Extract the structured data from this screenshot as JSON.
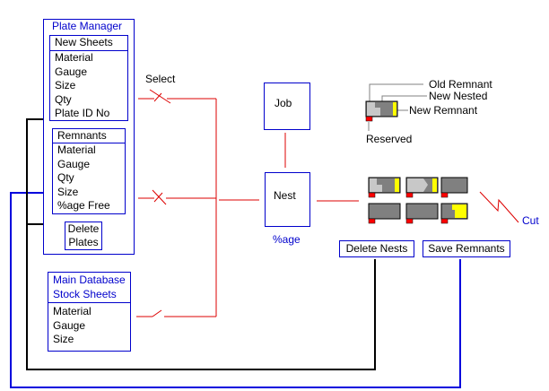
{
  "plate_manager": {
    "title": "Plate Manager",
    "new_sheets": {
      "header": "New Sheets",
      "fields": [
        "Material",
        "Gauge",
        "Size",
        "Qty",
        "Plate ID No"
      ]
    },
    "remnants": {
      "header": "Remnants",
      "fields": [
        "Material",
        "Gauge",
        "Qty",
        "Size",
        "%age Free"
      ]
    },
    "delete_plates": {
      "line1": "Delete",
      "line2": "Plates"
    }
  },
  "main_database": {
    "title_line1": "Main Database",
    "title_line2": "Stock Sheets",
    "fields": [
      "Material",
      "Gauge",
      "Size"
    ]
  },
  "select_label": "Select",
  "job_label": "Job",
  "nest_label": "Nest",
  "nest_percentage_label": "%age",
  "legend": {
    "old_remnant": "Old Remnant",
    "new_nested": "New Nested",
    "new_remnant": "New Remnant",
    "reserved": "Reserved"
  },
  "cut_label": "Cut",
  "buttons": {
    "delete_nests": "Delete Nests",
    "save_remnants": "Save Remnants"
  },
  "colors": {
    "box_border": "#0000cc",
    "wire_red": "#dd0000",
    "wire_black": "#000000",
    "wire_blue": "#0000dd",
    "sheet_gray": "#808080",
    "old_remnant_gray": "#c8c8c8",
    "new_remnant_yellow": "#ffff00",
    "reserved_red": "#ff0000"
  }
}
